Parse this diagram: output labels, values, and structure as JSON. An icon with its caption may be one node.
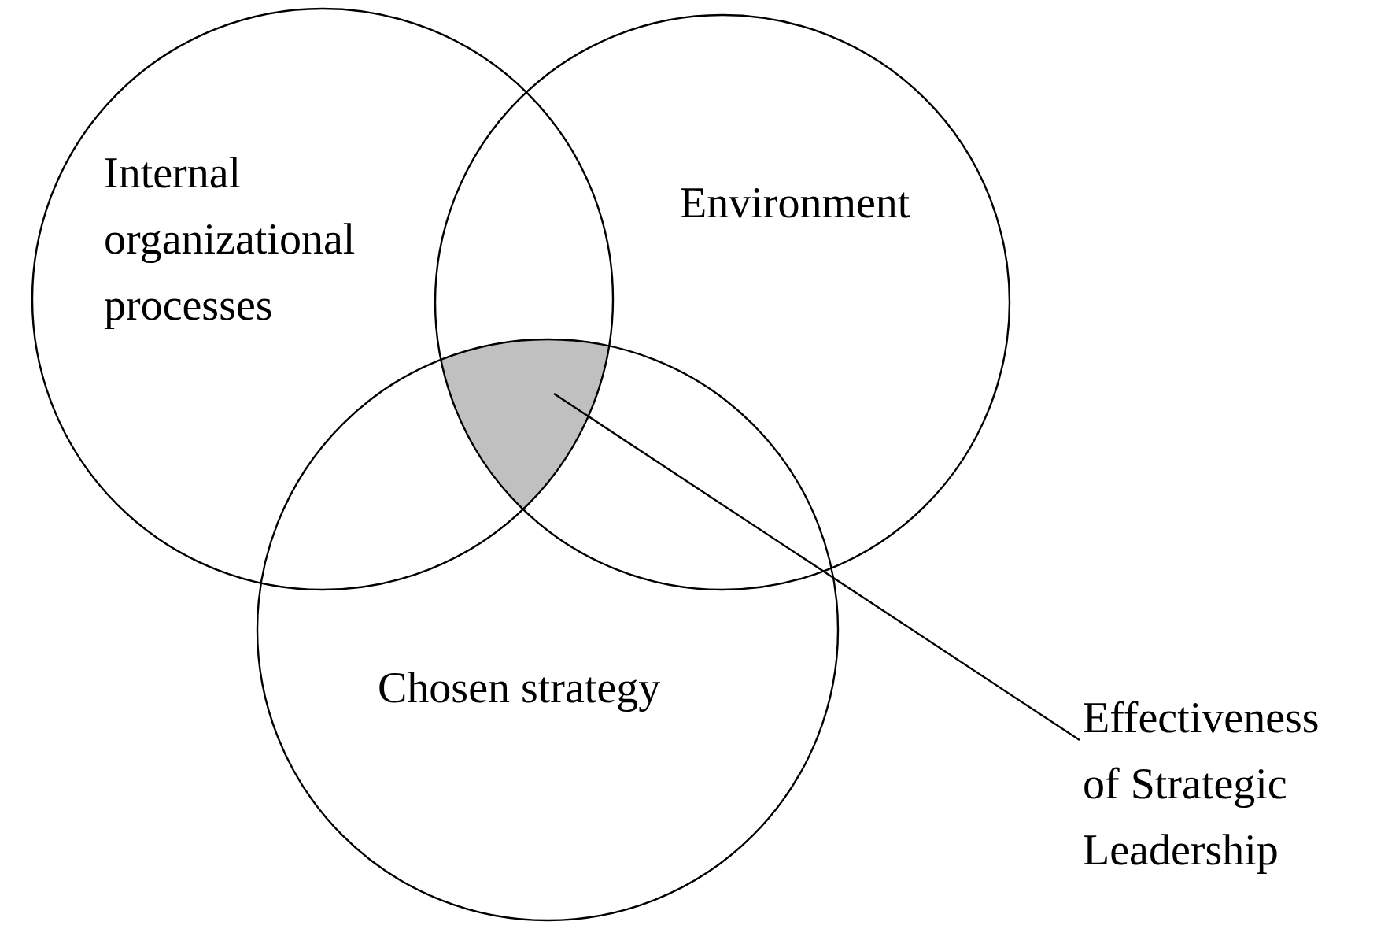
{
  "diagram": {
    "nodes": [
      {
        "text": [
          "Internal organizational processes"
        ]
      },
      {
        "text": [
          "Environment"
        ]
      },
      {
        "text": [
          "Chosen strategy"
        ]
      },
      {
        "text": [],
        "shape": "region"
      },
      {
        "text": [
          "Effectiveness of Strategic Leadership"
        ]
      }
    ],
    "edges": [
      {
        "from": 4,
        "to": 3,
        "arrow": "none"
      }
    ]
  }
}
